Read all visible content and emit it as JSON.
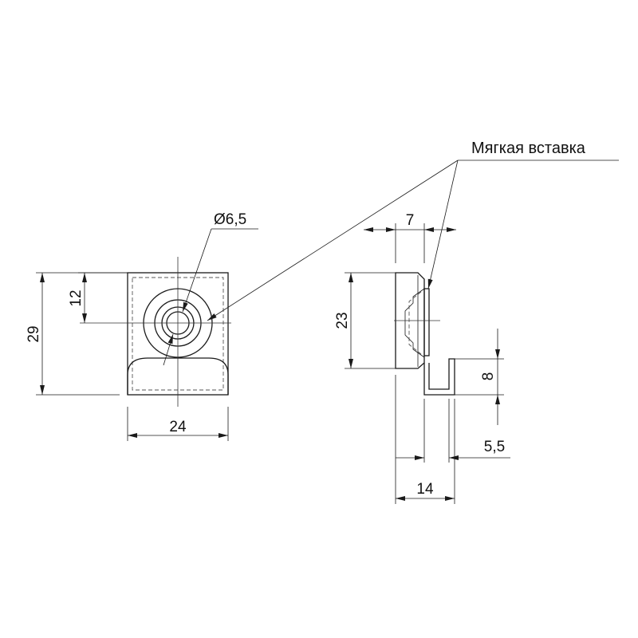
{
  "labels": {
    "soft_insert": "Мягкая вставка",
    "diameter": "Ø6,5",
    "width_front": "24",
    "height_front": "29",
    "hole_height": "12",
    "insert_depth": "7",
    "side_height": "23",
    "hook_height": "8",
    "hook_width": "5,5",
    "total_depth": "14"
  }
}
